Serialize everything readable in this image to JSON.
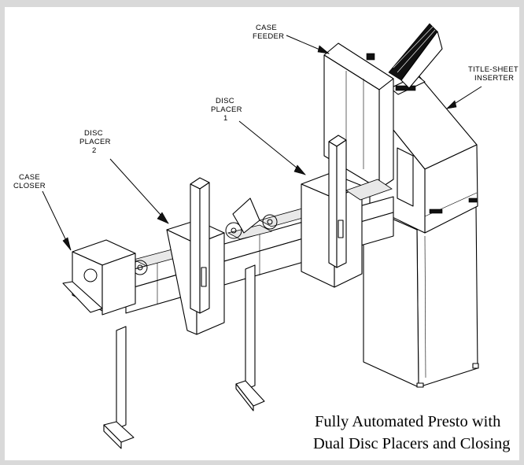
{
  "labels": {
    "case_feeder": [
      "CASE",
      "FEEDER"
    ],
    "title_sheet_inserter": [
      "TITLE-SHEET",
      "INSERTER"
    ],
    "disc_placer_1": [
      "DISC",
      "PLACER",
      "1"
    ],
    "disc_placer_2": [
      "DISC",
      "PLACER",
      "2"
    ],
    "case_closer": [
      "CASE",
      "CLOSER"
    ]
  },
  "caption": {
    "line1": "Fully Automated Presto with",
    "line2": "Dual Disc Placers and Closing"
  }
}
